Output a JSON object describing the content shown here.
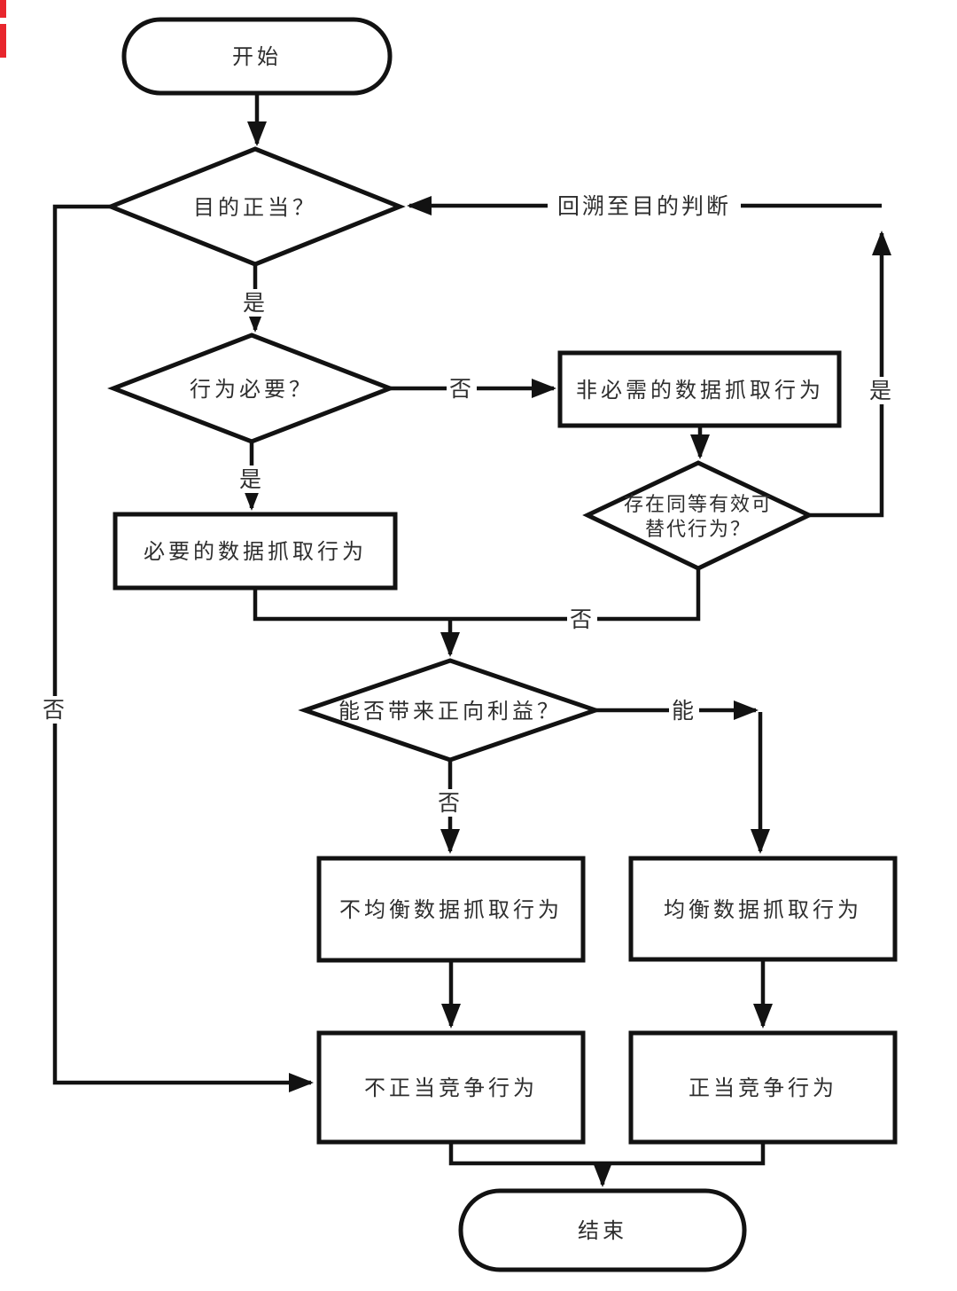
{
  "page": {
    "background": "#ffffff",
    "line_color": "#121212",
    "text_color": "#2e2e2e",
    "accent_red": "#e8262d"
  },
  "nodes": {
    "start": {
      "label": "开始"
    },
    "d_purpose": {
      "label": "目的正当？"
    },
    "d_necessary": {
      "label": "行为必要？"
    },
    "box_necessary": {
      "label": "必要的数据抓取行为"
    },
    "box_nonessential": {
      "label": "非必需的数据抓取行为"
    },
    "d_alternative": {
      "label_line1": "存在同等有效可",
      "label_line2": "替代行为？"
    },
    "d_benefit": {
      "label": "能否带来正向利益？"
    },
    "box_unbalanced": {
      "label": "不均衡数据抓取行为"
    },
    "box_balanced": {
      "label": "均衡数据抓取行为"
    },
    "box_unfair": {
      "label": "不正当竞争行为"
    },
    "box_fair": {
      "label": "正当竞争行为"
    },
    "end": {
      "label": "结束"
    }
  },
  "edge_labels": {
    "purpose_yes": "是",
    "purpose_no": "否",
    "necessary_yes": "是",
    "necessary_no": "否",
    "alternative_yes": "是",
    "alternative_no": "否",
    "benefit_can": "能",
    "benefit_no": "否",
    "backtrack": "回溯至目的判断"
  }
}
